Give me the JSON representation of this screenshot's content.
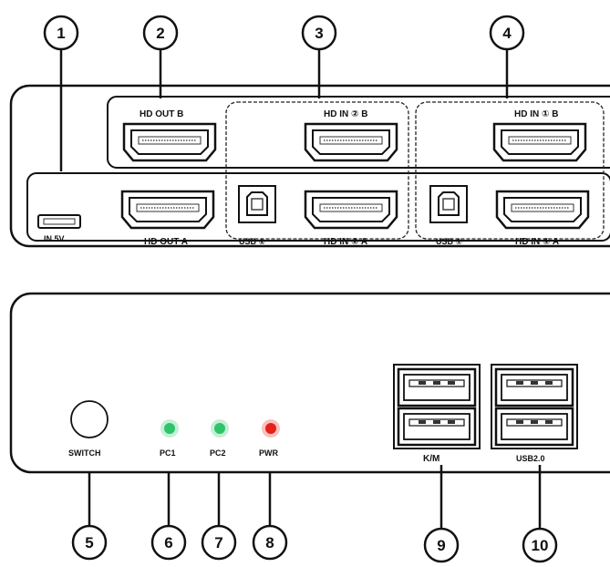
{
  "rear_panel": {
    "labels": {
      "hd_out_b": "HD OUT B",
      "hd_in_2_b": "HD IN ② B",
      "hd_in_1_b": "HD IN ① B",
      "in_5v": "IN 5V",
      "hd_out_a": "HD OUT A",
      "usb_2": "USB ②",
      "hd_in_2_a": "HD IN ② A",
      "usb_1": "USB ①",
      "hd_in_1_a": "HD IN ① A"
    }
  },
  "front_panel": {
    "labels": {
      "switch": "SWITCH",
      "pc1": "PC1",
      "pc2": "PC2",
      "pwr": "PWR",
      "km": "K/M",
      "usb20": "USB2.0"
    },
    "led_colors": {
      "pc1": "#2ec46a",
      "pc2": "#2ec46a",
      "pwr": "#e8201a"
    }
  },
  "callouts": {
    "c1": "1",
    "c2": "2",
    "c3": "3",
    "c4": "4",
    "c5": "5",
    "c6": "6",
    "c7": "7",
    "c8": "8",
    "c9": "9",
    "c10": "10"
  }
}
